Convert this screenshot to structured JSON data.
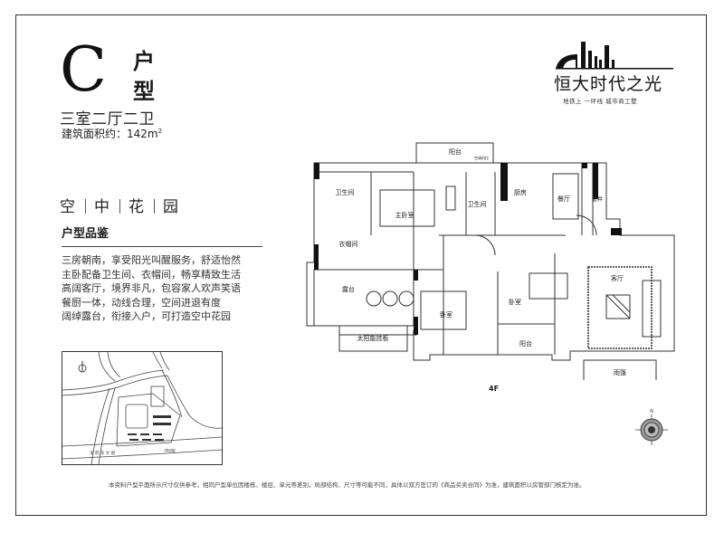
{
  "unit": {
    "letter": "C",
    "type_chars": [
      "户",
      "型"
    ],
    "layout": "三室二厅二卫",
    "area_label": "建筑面积约：142m",
    "area_sup": "2"
  },
  "brand": {
    "name": "恒大时代之光",
    "slogan": "地铁上  一环线  城市商工墅"
  },
  "garden": {
    "chars": [
      "空",
      "中",
      "花",
      "园"
    ]
  },
  "features": {
    "title": "户型品鉴",
    "lines": [
      "三房朝南，享受阳光叫醒服务，舒适怡然",
      "主卧配备卫生间、衣帽间，畅享精致生活",
      "高阔客厅，境界非凡，包容家人欢声笑语",
      "餐厨一体，动线合理，空间进退有度",
      "阔绰露台，衔接入户，可打造空中花园"
    ]
  },
  "floor_plan": {
    "floor_label": "4F",
    "rooms": {
      "balcony_top": "阳台",
      "ac_unit": "空调机位",
      "bath1": "卫生间",
      "master": "主卧室",
      "bath2": "卫生间",
      "kitchen": "厨房",
      "dining": "餐厅",
      "shaft": "管井",
      "closet": "衣帽间",
      "terrace": "露台",
      "solar": "太阳能挂板",
      "bedroom1": "卧室",
      "bedroom2": "卧室",
      "balcony_bottom": "阳台",
      "living": "客厅",
      "canopy": "雨篷"
    }
  },
  "site_map": {
    "road_main": "天 府 东 大 街",
    "road_main_note": "（规划路）"
  },
  "compass": {
    "north": "N"
  },
  "disclaimer": "本资料户型平面所示尺寸仅供参考，相同户型单位因楼栋、楼层、单元等差别，局部结构、尺寸等可能不同，具体以双方签订的《商品买卖合同》为准，建筑面积以房管部门核定为准。"
}
